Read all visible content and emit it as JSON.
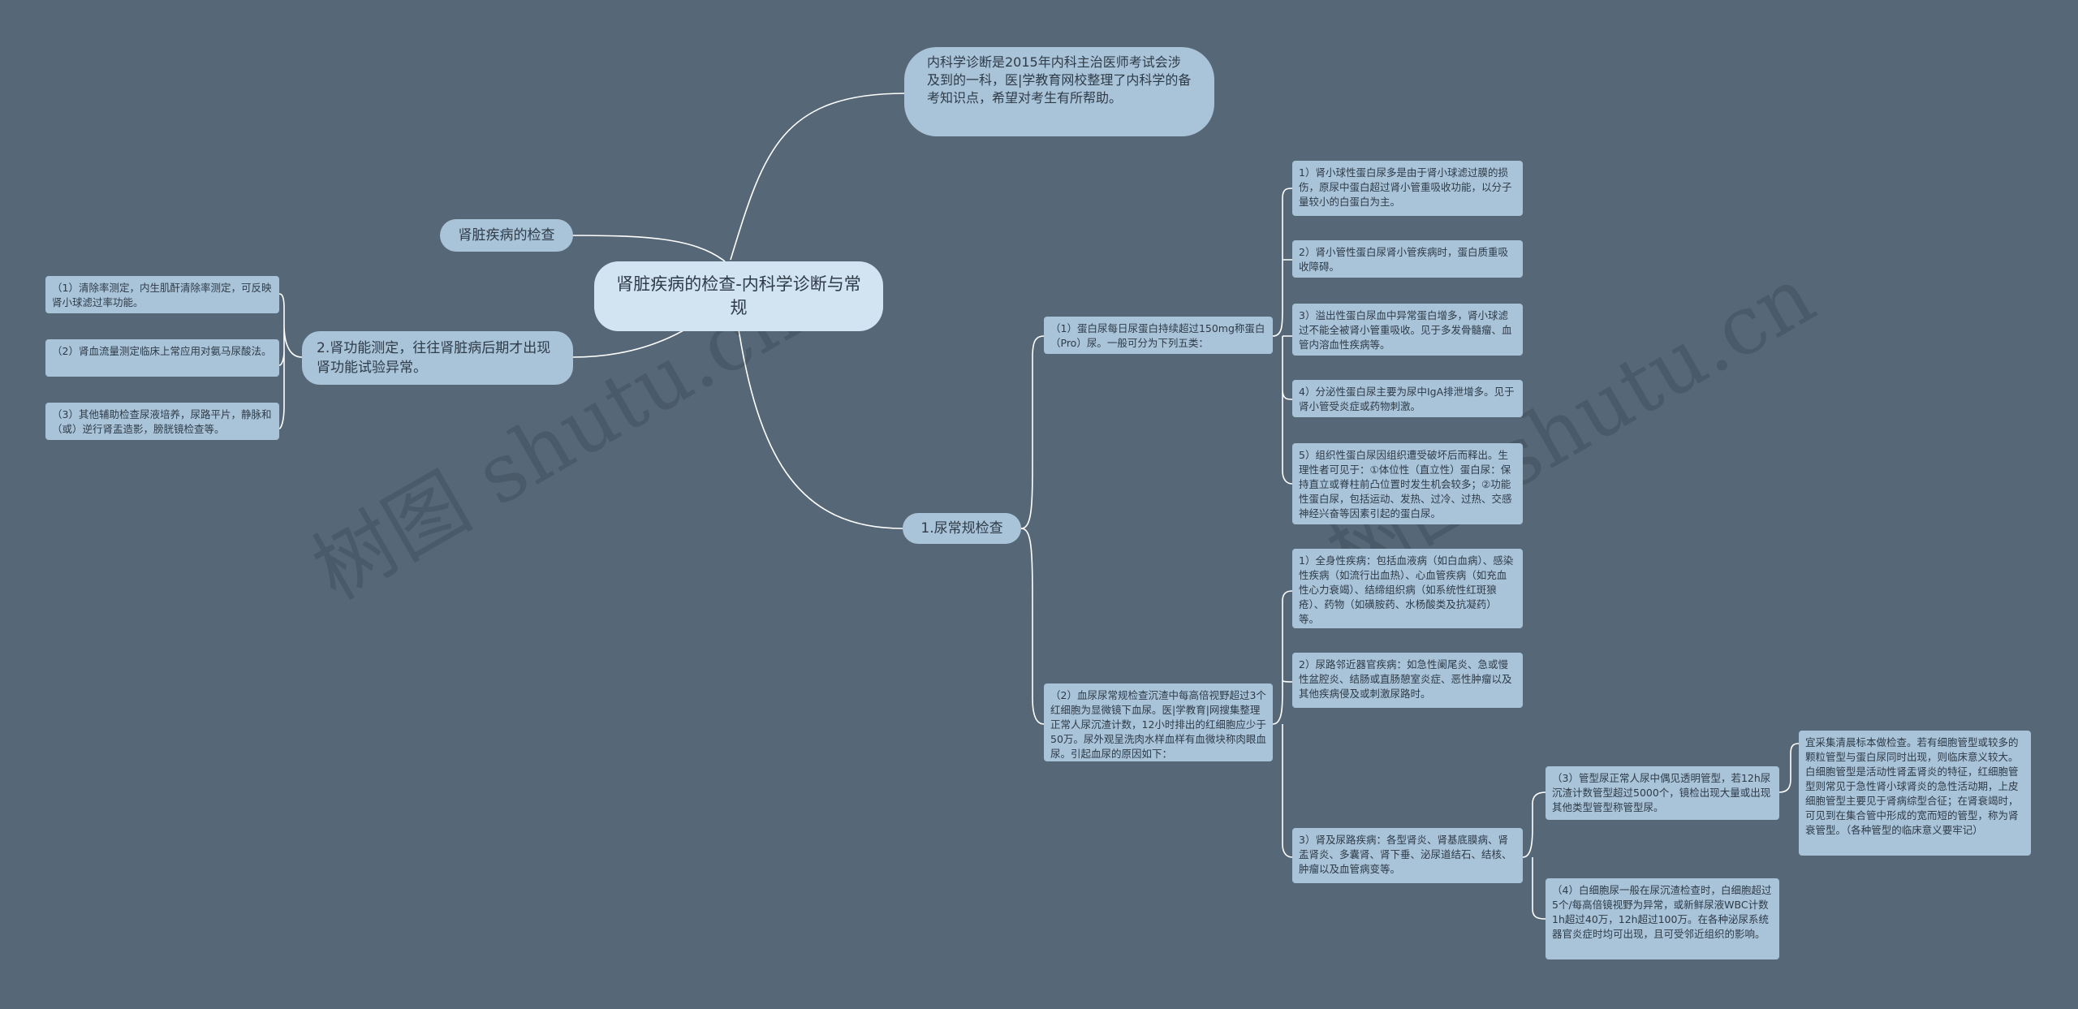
{
  "root": "肾脏疾病的检查-内科学诊断与常规",
  "intro": "内科学诊断是2015年内科主治医师考试会涉及到的一科，医|学教育网校整理了内科学的备考知识点，希望对考生有所帮助。",
  "left_title": "肾脏疾病的检查",
  "renal": {
    "label": "2.肾功能测定，往往肾脏病后期才出现肾功能试验异常。",
    "items": [
      "（1）清除率测定，内生肌酐清除率测定，可反映肾小球滤过率功能。",
      "（2）肾血流量测定临床上常应用对氨马尿酸法。",
      "（3）其他辅助检查尿液培养，尿路平片，静脉和（或）逆行肾盂造影，膀胱镜检查等。"
    ]
  },
  "urine": {
    "label": "1.尿常规检查",
    "protein": {
      "label": "（1）蛋白尿每日尿蛋白持续超过150mg称蛋白（Pro）尿。一般可分为下列五类：",
      "items": [
        "1）肾小球性蛋白尿多是由于肾小球滤过膜的损伤，原尿中蛋白超过肾小管重吸收功能，以分子量较小的白蛋白为主。",
        "2）肾小管性蛋白尿肾小管疾病时，蛋白质重吸收障碍。",
        "3）溢出性蛋白尿血中异常蛋白增多，肾小球滤过不能全被肾小管重吸收。见于多发骨髓瘤、血管内溶血性疾病等。",
        "4）分泌性蛋白尿主要为尿中IgA排泄增多。见于肾小管受炎症或药物刺激。",
        "5）组织性蛋白尿因组织遭受破坏后而释出。生理性者可见于：①体位性（直立性）蛋白尿：保持直立或脊柱前凸位置时发生机会较多；②功能性蛋白尿，包括运动、发热、过冷、过热、交感神经兴奋等因素引起的蛋白尿。"
      ]
    },
    "hematuria": {
      "label": "（2）血尿尿常规检查沉渣中每高倍视野超过3个红细胞为显微镜下血尿。医|学教育|网搜集整理正常人尿沉渣计数，12小时排出的红细胞应少于50万。尿外观呈洗肉水样血样有血微块称肉眼血尿。引起血尿的原因如下：",
      "items": [
        "1）全身性疾病：包括血液病（如白血病）、感染性疾病（如流行出血热）、心血管疾病（如充血性心力衰竭）、结缔组织病（如系统性红斑狼疮）、药物（如磺胺药、水杨酸类及抗凝药）等。",
        "2）尿路邻近器官疾病：如急性阑尾炎、急或慢性盆腔炎、结肠或直肠憩室炎症、恶性肿瘤以及其他疾病侵及或刺激尿路时。",
        "3）肾及尿路疾病：各型肾炎、肾基底膜病、肾盂肾炎、多囊肾、肾下垂、泌尿道结石、结核、肿瘤以及血管病变等。"
      ],
      "sub": [
        "（3）管型尿正常人尿中偶见透明管型，若12h尿沉渣计数管型超过5000个，镜检出现大量或出现其他类型管型称管型尿。",
        "（4）白细胞尿一般在尿沉渣检查时，白细胞超过5个/每高倍镜视野为异常，或新鲜尿液WBC计数1h超过40万，12h超过100万。在各种泌尿系统器官炎症时均可出现，且可受邻近组织的影响。"
      ],
      "cast_detail": "宜采集清晨标本做检查。若有细胞管型或较多的颗粒管型与蛋白尿同时出现，则临床意义较大。白细胞管型是活动性肾盂肾炎的特征，红细胞管型则常见于急性肾小球肾炎的急性活动期，上皮细胞管型主要见于肾病综型合征；在肾衰竭时，可见到在集合管中形成的宽而短的管型，称为肾衰管型。（各种管型的临床意义要牢记）"
    }
  },
  "watermark": [
    "树图 shutu.cn",
    "树图 shutu.cn"
  ],
  "colors": {
    "background": "#566878",
    "node": "#a9c3d9",
    "root": "#d2e3f1",
    "link": "#ffffff",
    "text": "#2f3b47"
  }
}
